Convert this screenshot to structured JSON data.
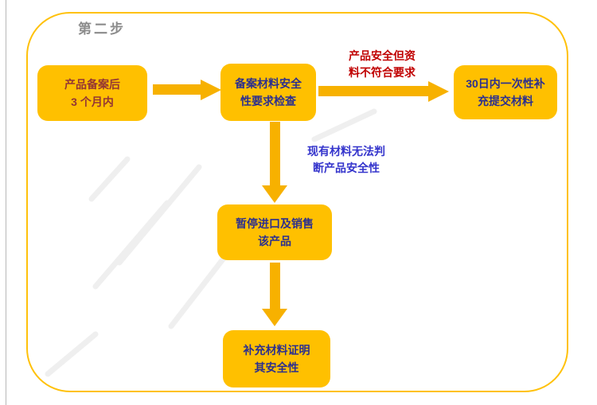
{
  "title": "第二步",
  "colors": {
    "node_fill": "#FFC000",
    "frame_border": "#FFC10A",
    "arrow": "#F7B100",
    "navy_text": "#2B2F8F",
    "darkred_text": "#943634",
    "red_label": "#C00000",
    "blue_label": "#3434CC",
    "title_gray": "#8C8C8C"
  },
  "nodes": [
    {
      "id": "after-filing",
      "text": "产品备案后\n3 个月内"
    },
    {
      "id": "safety-check",
      "text": "备案材料安全\n性要求检查"
    },
    {
      "id": "supplement-30days",
      "text": "30日内一次性补\n充提交材料"
    },
    {
      "id": "suspend-sales",
      "text": "暂停进口及销售\n该产品"
    },
    {
      "id": "prove-safety",
      "text": "补充材料证明\n其安全性"
    }
  ],
  "edge_labels": [
    {
      "id": "right-branch",
      "text": "产品安全但资\n料不符合要求"
    },
    {
      "id": "down-branch",
      "text": "现有材料无法判\n断产品安全性"
    }
  ]
}
